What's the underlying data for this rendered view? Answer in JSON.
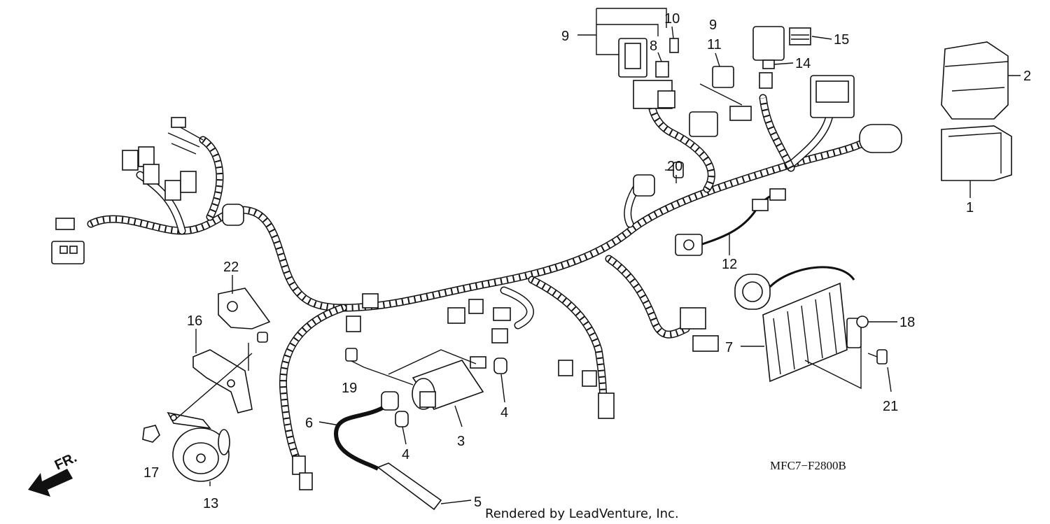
{
  "diagram_code": "MFC7−F2800B",
  "credit": "Rendered by LeadVenture, Inc.",
  "direction_label": "FR.",
  "callouts": [
    {
      "id": "1",
      "text": "1"
    },
    {
      "id": "2",
      "text": "2"
    },
    {
      "id": "3",
      "text": "3"
    },
    {
      "id": "4a",
      "text": "4"
    },
    {
      "id": "4b",
      "text": "4"
    },
    {
      "id": "5",
      "text": "5"
    },
    {
      "id": "6",
      "text": "6"
    },
    {
      "id": "7",
      "text": "7"
    },
    {
      "id": "8",
      "text": "8"
    },
    {
      "id": "9a",
      "text": "9"
    },
    {
      "id": "9b",
      "text": "9"
    },
    {
      "id": "10",
      "text": "10"
    },
    {
      "id": "11",
      "text": "11"
    },
    {
      "id": "12",
      "text": "12"
    },
    {
      "id": "13",
      "text": "13"
    },
    {
      "id": "14",
      "text": "14"
    },
    {
      "id": "15",
      "text": "15"
    },
    {
      "id": "16",
      "text": "16"
    },
    {
      "id": "17",
      "text": "17"
    },
    {
      "id": "18",
      "text": "18"
    },
    {
      "id": "19",
      "text": "19"
    },
    {
      "id": "20",
      "text": "20"
    },
    {
      "id": "21",
      "text": "21"
    },
    {
      "id": "22",
      "text": "22"
    }
  ]
}
